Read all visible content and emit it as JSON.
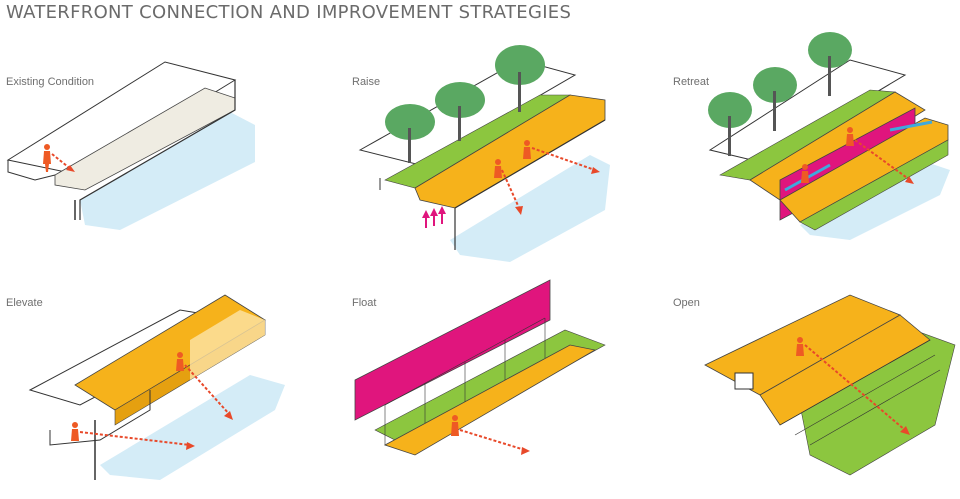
{
  "title": "WATERFRONT CONNECTION AND IMPROVEMENT STRATEGIES",
  "colors": {
    "water": "#d4ecf7",
    "walkway": "#f6b21b",
    "wall": "#e0157d",
    "green": "#8cc63f",
    "tree": "#5aa862",
    "person": "#ee5a24",
    "arrow": "#e8492a",
    "railing_blue": "#3fa9dd",
    "line": "#333333"
  },
  "icons": [
    "person-icon",
    "direction-arrow-icon",
    "tree-icon",
    "raise-arrow-icon"
  ],
  "panels": [
    {
      "label": "Existing Condition"
    },
    {
      "label": "Raise"
    },
    {
      "label": "Retreat"
    },
    {
      "label": "Elevate"
    },
    {
      "label": "Float"
    },
    {
      "label": "Open"
    }
  ]
}
